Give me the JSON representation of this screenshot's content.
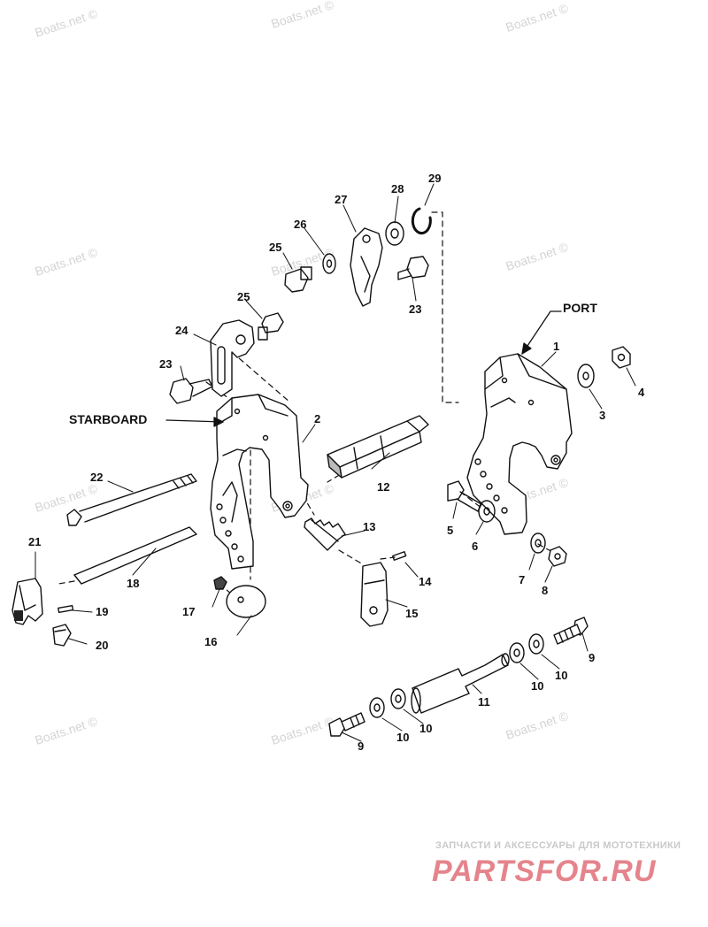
{
  "watermark": "Boats.net ©",
  "sides": {
    "starboard": "STARBOARD",
    "port": "PORT"
  },
  "parts": {
    "p1": "1",
    "p2": "2",
    "p3": "3",
    "p4": "4",
    "p5": "5",
    "p6": "6",
    "p7": "7",
    "p8": "8",
    "p9a": "9",
    "p9b": "9",
    "p10a": "10",
    "p10b": "10",
    "p10c": "10",
    "p10d": "10",
    "p11": "11",
    "p12": "12",
    "p13": "13",
    "p14": "14",
    "p15": "15",
    "p16": "16",
    "p17": "17",
    "p18": "18",
    "p19": "19",
    "p20": "20",
    "p21": "21",
    "p22": "22",
    "p23a": "23",
    "p23b": "23",
    "p24": "24",
    "p25a": "25",
    "p25b": "25",
    "p26": "26",
    "p27": "27",
    "p28": "28",
    "p29": "29"
  },
  "brand": {
    "tagline": "ЗАПЧАСТИ И АКСЕССУАРЫ ДЛЯ МОТОТЕХНИКИ",
    "name": "PARTSFOR.RU",
    "color": "#e5848c"
  }
}
